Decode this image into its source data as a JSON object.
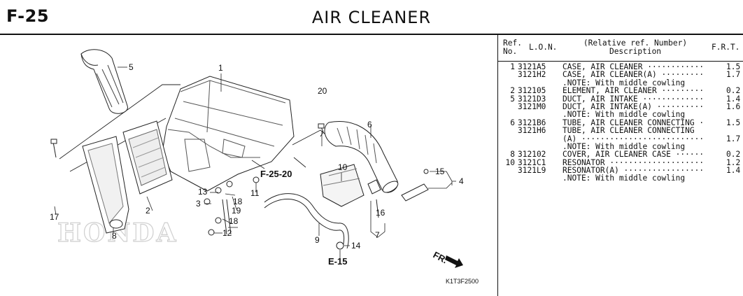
{
  "header": {
    "section_code": "F-25",
    "title": "AIR  CLEANER"
  },
  "diagram": {
    "callouts": [
      "1",
      "2",
      "3",
      "4",
      "5",
      "6",
      "7",
      "8",
      "9",
      "10",
      "11",
      "12",
      "13",
      "14",
      "15",
      "16",
      "17",
      "18",
      "19",
      "20",
      "18"
    ],
    "refs": [
      "F-25-20",
      "E-15"
    ],
    "direction": "FR.",
    "figure_code": "K1T3F2500",
    "watermark": "HONDA"
  },
  "parts_list": {
    "head": {
      "ref": "Ref.",
      "no": "No.",
      "lon": "L.O.N.",
      "desc_top": "(Relative ref. Number)",
      "desc": "Description",
      "frt": "F.R.T."
    },
    "rows": [
      {
        "ref": "1",
        "lon": "3121A5",
        "desc": "CASE, AIR CLEANER ············",
        "frt": "1.5"
      },
      {
        "ref": "",
        "lon": "3121H2",
        "desc": "CASE, AIR CLEANER(A) ·········",
        "frt": "1.7"
      },
      {
        "ref": "",
        "lon": "",
        "desc": ".NOTE: With middle cowling",
        "frt": ""
      },
      {
        "ref": "2",
        "lon": "312105",
        "desc": "ELEMENT, AIR CLEANER ·········",
        "frt": "0.2"
      },
      {
        "ref": "5",
        "lon": "3121D3",
        "desc": "DUCT, AIR INTAKE ·············",
        "frt": "1.4"
      },
      {
        "ref": "",
        "lon": "3121M0",
        "desc": "DUCT, AIR INTAKE(A) ··········",
        "frt": "1.6"
      },
      {
        "ref": "",
        "lon": "",
        "desc": ".NOTE: With middle cowling",
        "frt": ""
      },
      {
        "ref": "6",
        "lon": "3121B6",
        "desc": "TUBE, AIR CLEANER CONNECTING ·",
        "frt": "1.5"
      },
      {
        "ref": "",
        "lon": "3121H6",
        "desc": "TUBE, AIR CLEANER CONNECTING",
        "frt": ""
      },
      {
        "ref": "",
        "lon": "",
        "desc": "(A) ··························",
        "frt": "1.7"
      },
      {
        "ref": "",
        "lon": "",
        "desc": ".NOTE: With middle cowling",
        "frt": ""
      },
      {
        "ref": "8",
        "lon": "312102",
        "desc": "COVER, AIR CLEANER CASE ······",
        "frt": "0.2"
      },
      {
        "ref": "10",
        "lon": "3121C1",
        "desc": "RESONATOR ····················",
        "frt": "1.2"
      },
      {
        "ref": "",
        "lon": "3121L9",
        "desc": "RESONATOR(A) ·················",
        "frt": "1.4"
      },
      {
        "ref": "",
        "lon": "",
        "desc": ".NOTE: With middle cowling",
        "frt": ""
      }
    ]
  }
}
